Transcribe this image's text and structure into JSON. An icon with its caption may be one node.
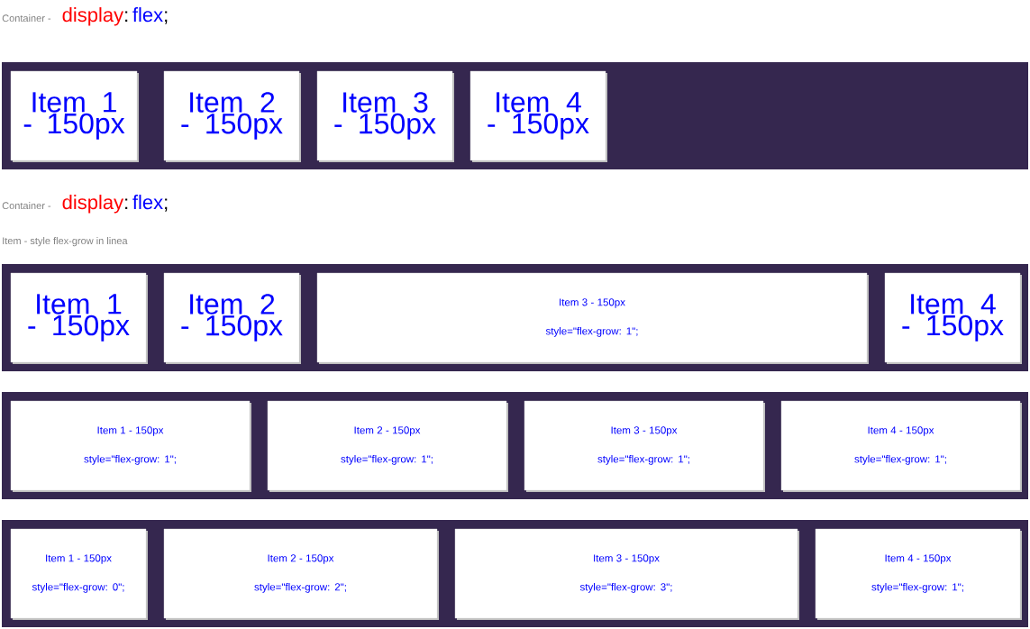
{
  "diagram": {
    "nodes": [
      {
        "text": [],
        "shape": "bar"
      },
      {
        "text": [
          "Item 1 - 150px"
        ],
        "in": 0
      },
      {
        "text": [
          "Item 2 - 150px"
        ],
        "in": 0
      },
      {
        "text": [
          "Item 3 - 150px"
        ],
        "in": 0
      },
      {
        "text": [
          "Item 4 - 150px"
        ],
        "in": 0
      },
      {
        "text": [],
        "shape": "bar"
      },
      {
        "text": [
          "Item 1 - 150px"
        ],
        "in": 5
      },
      {
        "text": [
          "Item 2 - 150px"
        ],
        "in": 5
      },
      {
        "text": [
          "Item 3 - 150px",
          "style=\"flex-grow: 1\";"
        ],
        "in": 5
      },
      {
        "text": [
          "Item 4 - 150px"
        ],
        "in": 5
      },
      {
        "text": [],
        "shape": "bar"
      },
      {
        "text": [
          "Item 1 - 150px",
          "style=\"flex-grow: 1\";"
        ],
        "in": 10
      },
      {
        "text": [
          "Item 2 - 150px",
          "style=\"flex-grow: 1\";"
        ],
        "in": 10
      },
      {
        "text": [
          "Item 3 - 150px",
          "style=\"flex-grow: 1\";"
        ],
        "in": 10
      },
      {
        "text": [
          "Item 4 - 150px",
          "style=\"flex-grow: 1\";"
        ],
        "in": 10
      },
      {
        "text": [],
        "shape": "bar"
      },
      {
        "text": [
          "Item 1 - 150px",
          "style=\"flex-grow: 0\";"
        ],
        "in": 15
      },
      {
        "text": [
          "Item 2 - 150px",
          "style=\"flex-grow: 2\";"
        ],
        "in": 15
      },
      {
        "text": [
          "Item 3 - 150px",
          "style=\"flex-grow: 3\";"
        ],
        "in": 15
      },
      {
        "text": [
          "Item 4 - 150px",
          "style=\"flex-grow: 1\";"
        ],
        "in": 15
      }
    ],
    "labels": [
      "Container -",
      "display",
      ":",
      "flex",
      ";",
      "Container -",
      "display",
      ":",
      "flex",
      ";",
      "Item - style flex-grow in linea"
    ]
  }
}
